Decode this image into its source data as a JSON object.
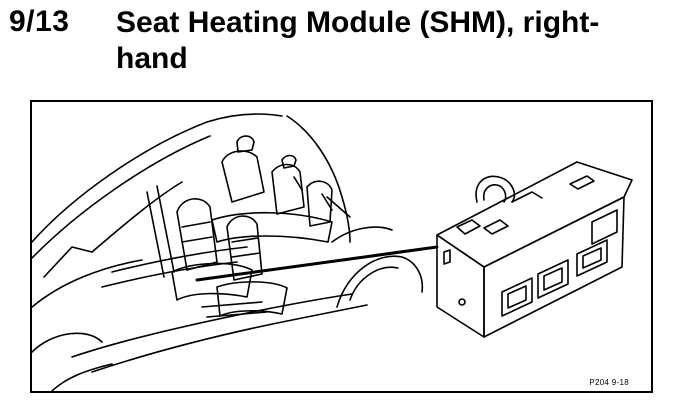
{
  "heading": {
    "ref_number": "9/13",
    "title": "Seat Heating Module (SHM), right-hand"
  },
  "figure": {
    "code": "P204 9-18"
  }
}
